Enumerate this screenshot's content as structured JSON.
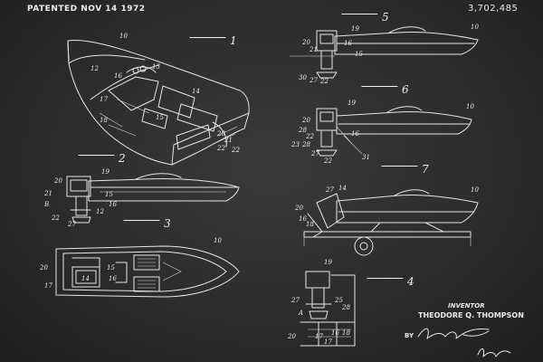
{
  "header": {
    "patent_date": "PATENTED NOV 14 1972",
    "patent_number": "3,702,485"
  },
  "figures": {
    "fig1": "1",
    "fig2": "2",
    "fig3": "3",
    "fig4": "4",
    "fig5": "5",
    "fig6": "6",
    "fig7": "7"
  },
  "refs": {
    "r10": "10",
    "r12": "12",
    "r13": "13",
    "r14": "14",
    "r15": "15",
    "r16": "16",
    "r17": "17",
    "r18": "18",
    "r19": "19",
    "r20": "20",
    "r21": "21",
    "r22": "22",
    "r23": "23",
    "r25": "25",
    "r27": "27",
    "r28": "28",
    "r30": "30",
    "r31": "31",
    "rA": "A",
    "rB": "B"
  },
  "footer": {
    "inventor_label": "INVENTOR",
    "inventor_name": "THEODORE Q. THOMPSON",
    "by_label": "BY"
  },
  "colors": {
    "board": "#2c2c2c",
    "chalk": "#e6e6e6"
  }
}
